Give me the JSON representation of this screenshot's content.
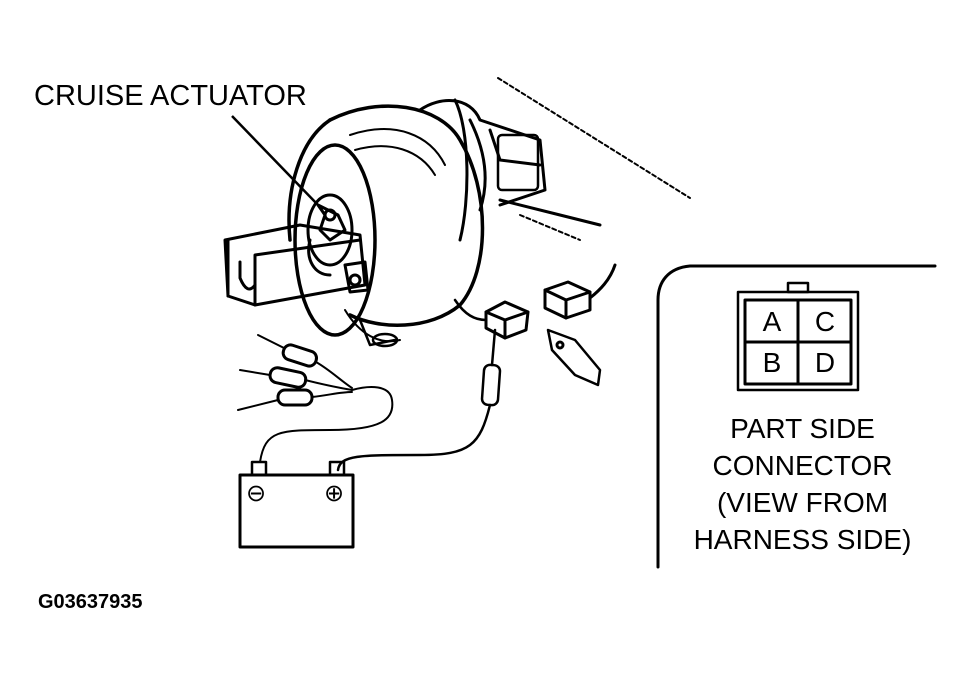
{
  "diagram": {
    "title_label": "CRUISE ACTUATOR",
    "figure_id": "G03637935",
    "connector": {
      "pins": {
        "top_left": "A",
        "top_right": "C",
        "bottom_left": "B",
        "bottom_right": "D"
      },
      "caption_lines": [
        "PART SIDE",
        "CONNECTOR",
        "(VIEW FROM",
        "HARNESS SIDE)"
      ]
    },
    "battery": {
      "negative_symbol": "⊖",
      "positive_symbol": "⊕"
    }
  }
}
